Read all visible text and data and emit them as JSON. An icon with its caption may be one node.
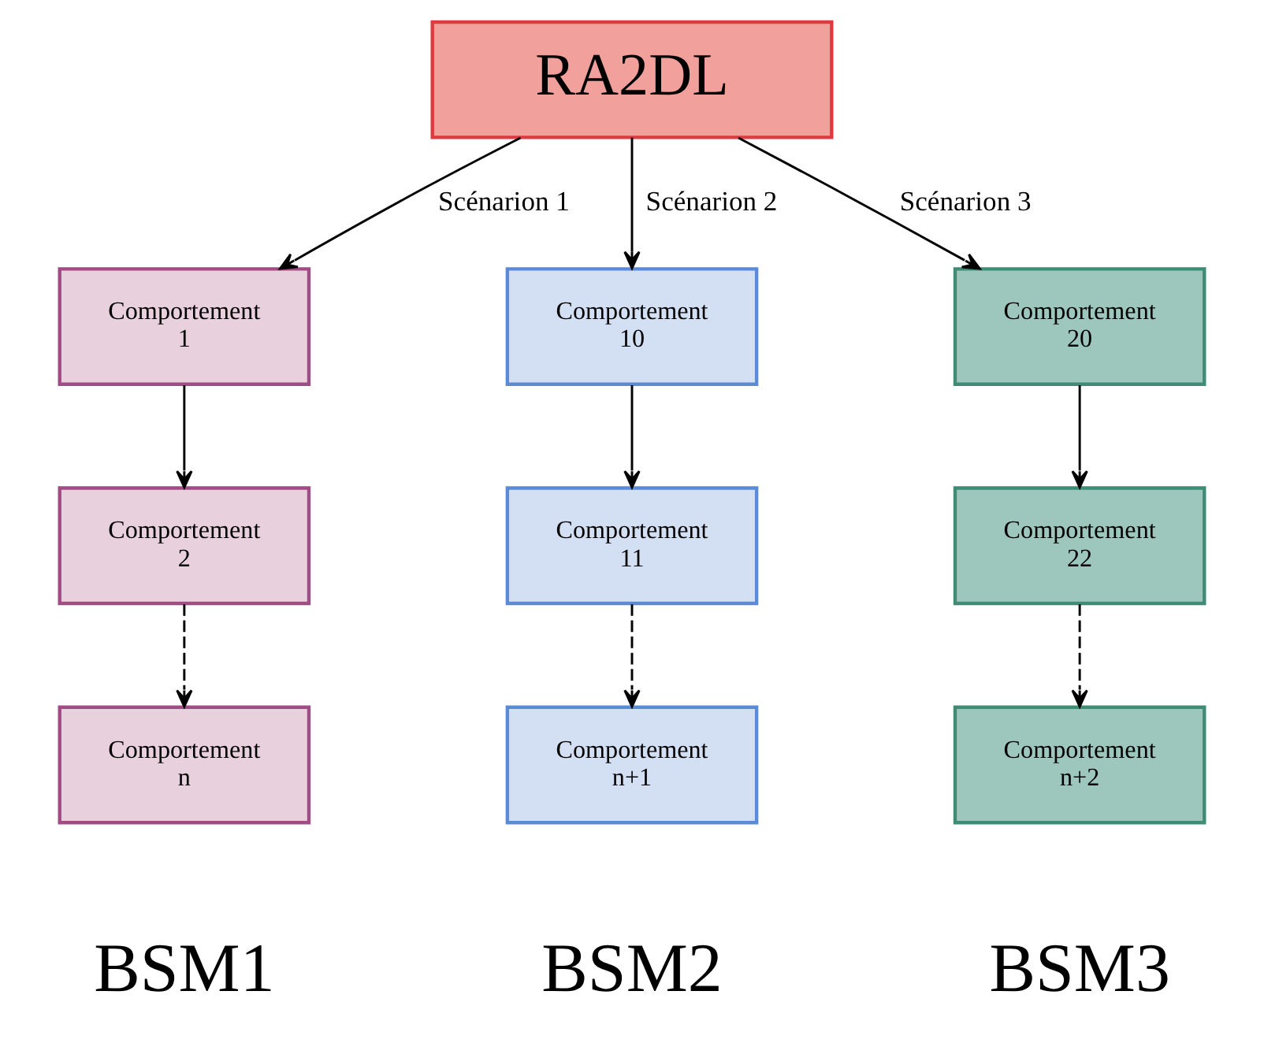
{
  "diagram": {
    "nodes": [
      {
        "text": [
          "RA2DL"
        ]
      },
      {
        "text": [
          "Comportement 1"
        ]
      },
      {
        "text": [
          "Comportement 2"
        ]
      },
      {
        "text": [
          "Comportement n"
        ]
      },
      {
        "text": [
          "Comportement 10"
        ]
      },
      {
        "text": [
          "Comportement 11"
        ]
      },
      {
        "text": [
          "Comportement n+1"
        ]
      },
      {
        "text": [
          "Comportement 20"
        ]
      },
      {
        "text": [
          "Comportement 22"
        ]
      },
      {
        "text": [
          "Comportement n+2"
        ]
      }
    ],
    "edges": [
      {
        "from": 0,
        "to": 1,
        "arrow": "to",
        "label": "Scénarion 1"
      },
      {
        "from": 0,
        "to": 4,
        "arrow": "to",
        "label": "Scénarion 2"
      },
      {
        "from": 0,
        "to": 7,
        "arrow": "to",
        "label": "Scénarion 3"
      },
      {
        "from": 1,
        "to": 2,
        "arrow": "to"
      },
      {
        "from": 2,
        "to": 3,
        "arrow": "to",
        "style": "dashed"
      },
      {
        "from": 4,
        "to": 5,
        "arrow": "to"
      },
      {
        "from": 5,
        "to": 6,
        "arrow": "to",
        "style": "dashed"
      },
      {
        "from": 7,
        "to": 8,
        "arrow": "to"
      },
      {
        "from": 8,
        "to": 9,
        "arrow": "to",
        "style": "dashed"
      }
    ],
    "labels": [
      "BSM1",
      "BSM2",
      "BSM3"
    ]
  }
}
